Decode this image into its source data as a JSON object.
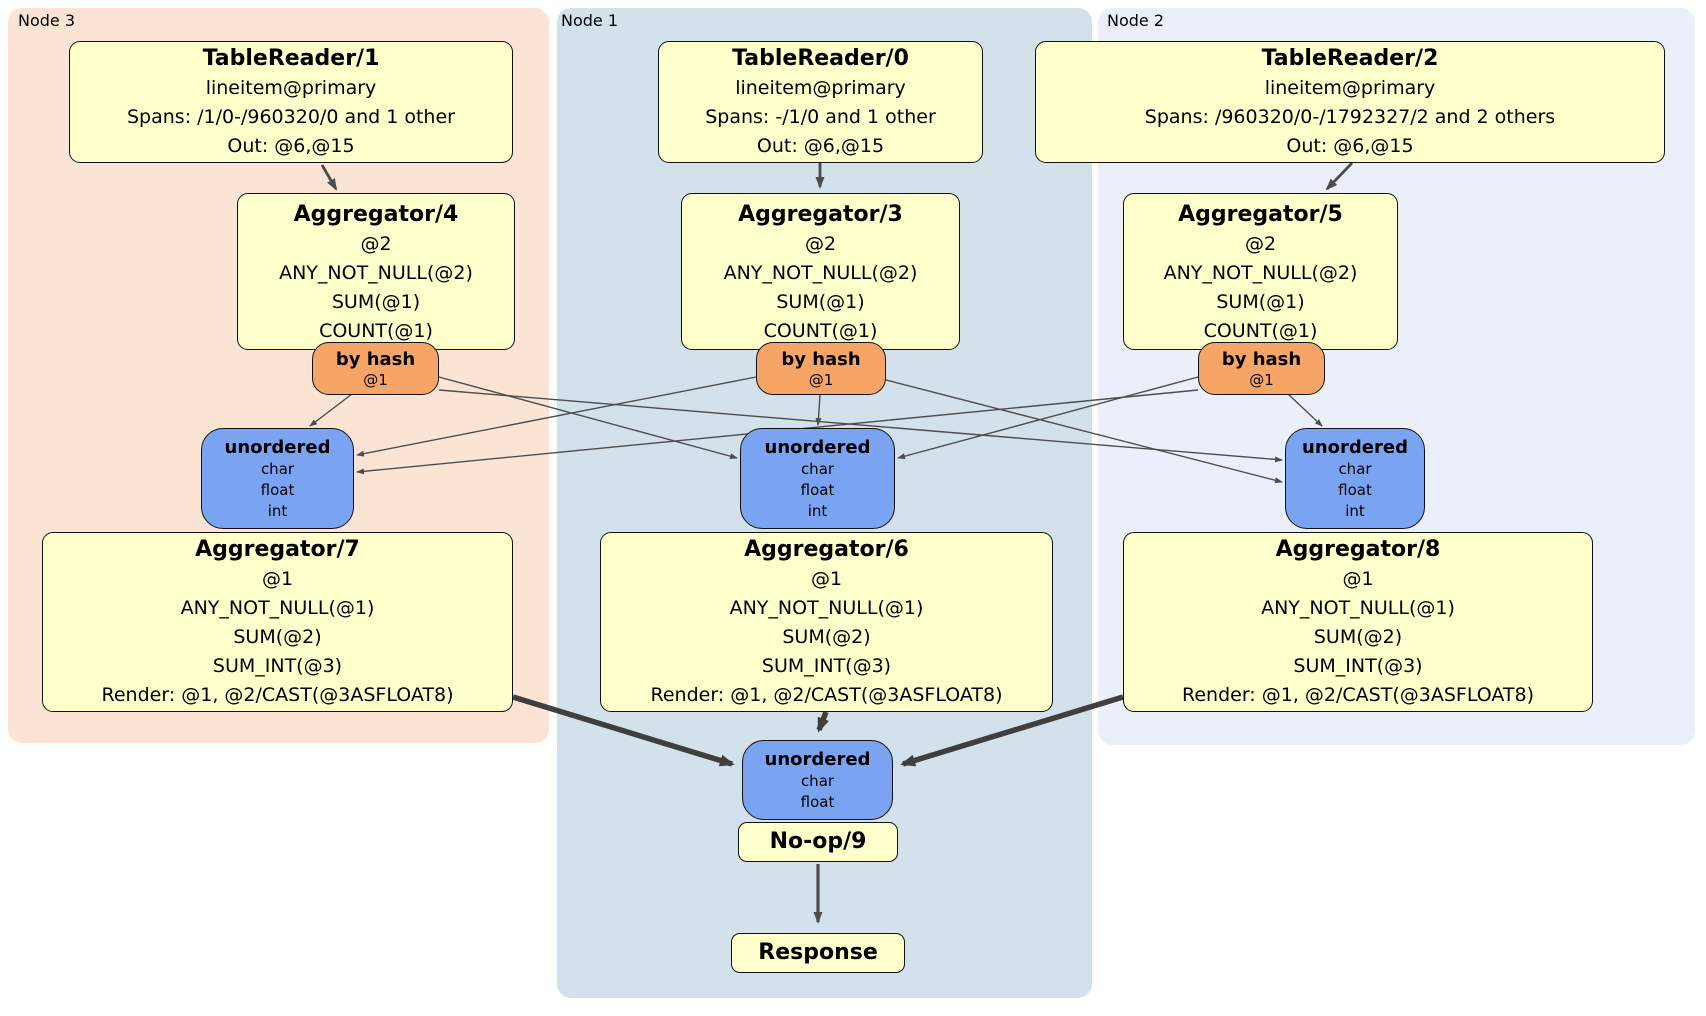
{
  "node_labels": {
    "node3": "Node 3",
    "node1": "Node 1",
    "node2": "Node 2"
  },
  "processors": {
    "tr1": {
      "title": "TableReader/1",
      "lines": [
        "lineitem@primary",
        "Spans: /1/0-/960320/0 and 1 other",
        "Out: @6,@15"
      ]
    },
    "tr0": {
      "title": "TableReader/0",
      "lines": [
        "lineitem@primary",
        "Spans: -/1/0 and 1 other",
        "Out: @6,@15"
      ]
    },
    "tr2": {
      "title": "TableReader/2",
      "lines": [
        "lineitem@primary",
        "Spans: /960320/0-/1792327/2 and 2 others",
        "Out: @6,@15"
      ]
    },
    "agg4": {
      "title": "Aggregator/4",
      "lines": [
        "@2",
        "ANY_NOT_NULL(@2)",
        "SUM(@1)",
        "COUNT(@1)"
      ]
    },
    "agg3": {
      "title": "Aggregator/3",
      "lines": [
        "@2",
        "ANY_NOT_NULL(@2)",
        "SUM(@1)",
        "COUNT(@1)"
      ]
    },
    "agg5": {
      "title": "Aggregator/5",
      "lines": [
        "@2",
        "ANY_NOT_NULL(@2)",
        "SUM(@1)",
        "COUNT(@1)"
      ]
    },
    "agg7": {
      "title": "Aggregator/7",
      "lines": [
        "@1",
        "ANY_NOT_NULL(@1)",
        "SUM(@2)",
        "SUM_INT(@3)",
        "Render: @1, @2/CAST(@3ASFLOAT8)"
      ]
    },
    "agg6": {
      "title": "Aggregator/6",
      "lines": [
        "@1",
        "ANY_NOT_NULL(@1)",
        "SUM(@2)",
        "SUM_INT(@3)",
        "Render: @1, @2/CAST(@3ASFLOAT8)"
      ]
    },
    "agg8": {
      "title": "Aggregator/8",
      "lines": [
        "@1",
        "ANY_NOT_NULL(@1)",
        "SUM(@2)",
        "SUM_INT(@3)",
        "Render: @1, @2/CAST(@3ASFLOAT8)"
      ]
    },
    "noop": {
      "title": "No-op/9"
    },
    "response": {
      "title": "Response"
    }
  },
  "routers": {
    "hash_node3": {
      "title": "by hash",
      "lines": [
        "@1"
      ]
    },
    "hash_node1": {
      "title": "by hash",
      "lines": [
        "@1"
      ]
    },
    "hash_node2": {
      "title": "by hash",
      "lines": [
        "@1"
      ]
    }
  },
  "synchronizers": {
    "sync_node3": {
      "title": "unordered",
      "lines": [
        "char",
        "float",
        "int"
      ]
    },
    "sync_node1": {
      "title": "unordered",
      "lines": [
        "char",
        "float",
        "int"
      ]
    },
    "sync_node2": {
      "title": "unordered",
      "lines": [
        "char",
        "float",
        "int"
      ]
    },
    "sync_final": {
      "title": "unordered",
      "lines": [
        "char",
        "float"
      ]
    }
  },
  "colors": {
    "region_node3": "#fce4d4",
    "region_node1": "#d3e1eb",
    "region_node2": "#eaeffa",
    "processor_fill": "#ffffcc",
    "router_fill": "#f7a567",
    "sync_fill": "#7aa4f2",
    "edge_thin": "#4d4d4d",
    "edge_thick": "#3f3f3f"
  }
}
